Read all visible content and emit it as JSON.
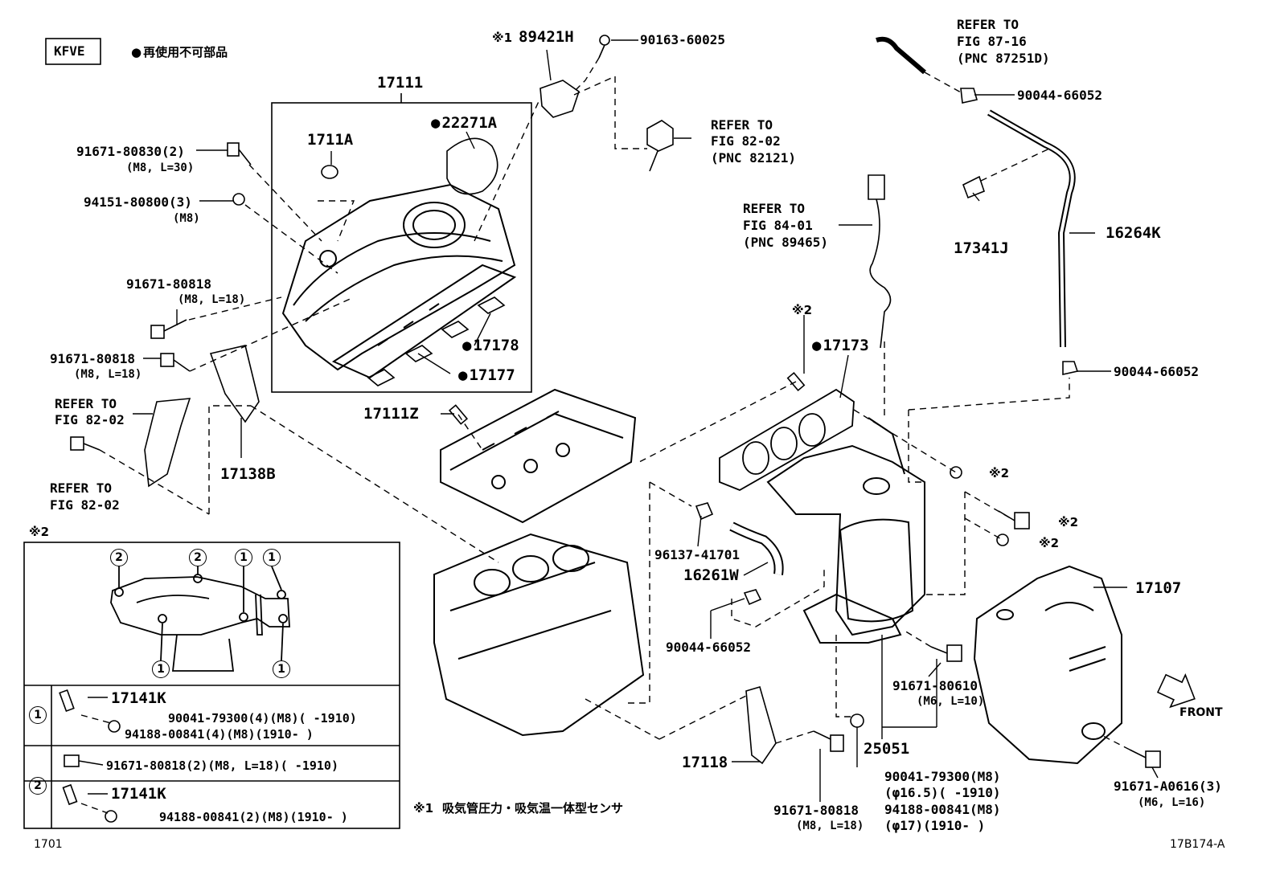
{
  "header": {
    "engine_code": "KFVE",
    "legend_text": "再使用不可部品",
    "footnote_mark": "※1",
    "footnote_text": "吸気管圧力・吸気温一体型センサ",
    "ref_code": "1701",
    "figure_code": "17B174-A",
    "front_label": "FRONT"
  },
  "parts": {
    "p17111": "17111",
    "p22271A": "22271A",
    "p1711A": "1711A",
    "p17178": "17178",
    "p17177": "17177",
    "p17111Z": "17111Z",
    "p17138B": "17138B",
    "p89421H": "89421H",
    "p89421H_mark": "※1",
    "p90163": "90163-60025",
    "b91671_80830": "91671-80830(2)",
    "b91671_80830_spec": "(M8, L=30)",
    "b94151_80800": "94151-80800(3)",
    "b94151_80800_spec": "(M8)",
    "b91671_80818_a": "91671-80818",
    "b91671_80818_a_spec": "(M8, L=18)",
    "b91671_80818_b": "91671-80818",
    "b91671_80818_b_spec": "(M8, L=18)",
    "p17173": "17173",
    "p17173_mark": "※2",
    "p17341J": "17341J",
    "p16264K": "16264K",
    "p90044_a": "90044-66052",
    "p90044_b": "90044-66052",
    "p90044_c": "90044-66052",
    "p96137": "96137-41701",
    "p16261W": "16261W",
    "p17107": "17107",
    "p17118": "17118",
    "p25051": "25051",
    "b91671_80610": "91671-80610",
    "b91671_80610_spec": "(M6, L=10)",
    "b91671_80818_c": "91671-80818",
    "b91671_80818_c_spec": "(M8, L=18)",
    "b91671_A0616": "91671-A0616(3)",
    "b91671_A0616_spec": "(M6, L=16)",
    "n90041_79300": "90041-79300(M8)",
    "n90041_79300_spec": "(φ16.5)(     -1910)",
    "n94188_00841": "94188-00841(M8)",
    "n94188_00841_spec": "(φ17)(1910-     )",
    "mark_x2_a": "※2",
    "mark_x2_b": "※2",
    "mark_x2_c": "※2"
  },
  "refs": {
    "fig87": [
      "REFER TO",
      "FIG 87-16",
      "(PNC 87251D)"
    ],
    "fig82a": [
      "REFER TO",
      "FIG 82-02",
      "(PNC 82121)"
    ],
    "fig84": [
      "REFER TO",
      "FIG 84-01",
      "(PNC 89465)"
    ],
    "fig82b": [
      "REFER TO",
      "FIG 82-02"
    ],
    "fig82c": [
      "REFER TO",
      "FIG 82-02"
    ]
  },
  "inset": {
    "mark": "※2",
    "circle_labels": [
      "2",
      "2",
      "1",
      "1",
      "1",
      "1"
    ],
    "row1_num": "1",
    "row1_part": "17141K",
    "row1_a": "90041-79300(4)(M8)(     -1910)",
    "row1_b": "94188-00841(4)(M8)(1910-     )",
    "row2_num": "2",
    "row2_a": "91671-80818(2)(M8, L=18)(     -1910)",
    "row2_part": "17141K",
    "row2_b": "94188-00841(2)(M8)(1910-     )"
  }
}
